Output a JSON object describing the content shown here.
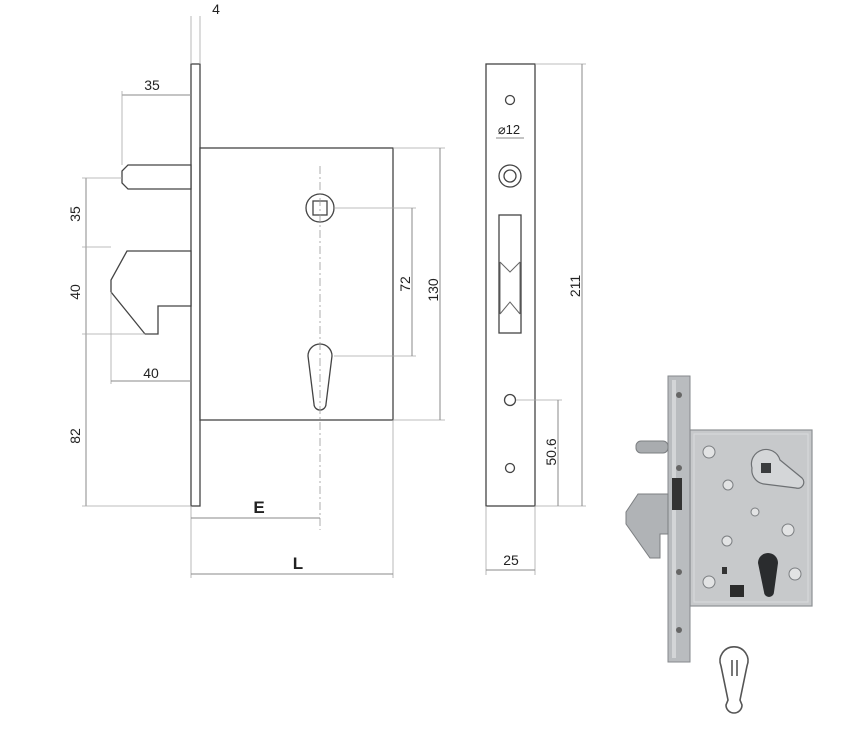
{
  "drawing": {
    "side_view": {
      "faceplate_thickness_label": "4",
      "pin_offset_label": "35",
      "pin_to_hook_label": "35",
      "hook_height_label": "40",
      "hook_depth_label": "40",
      "hook_to_bottom_label": "82",
      "spindle_to_cylinder_label": "72",
      "case_height_label": "130",
      "backset_label": "E",
      "case_length_label": "L"
    },
    "front_view": {
      "follower_diameter_label": "⌀12",
      "faceplate_height_label": "211",
      "screw_to_bottom_label": "50.6",
      "faceplate_width_label": "25"
    }
  },
  "colors": {
    "line": "#444444",
    "dimension": "#8a8a8a",
    "photo_case": "#c7c9cb",
    "photo_faceplate": "#b9bcbf"
  }
}
